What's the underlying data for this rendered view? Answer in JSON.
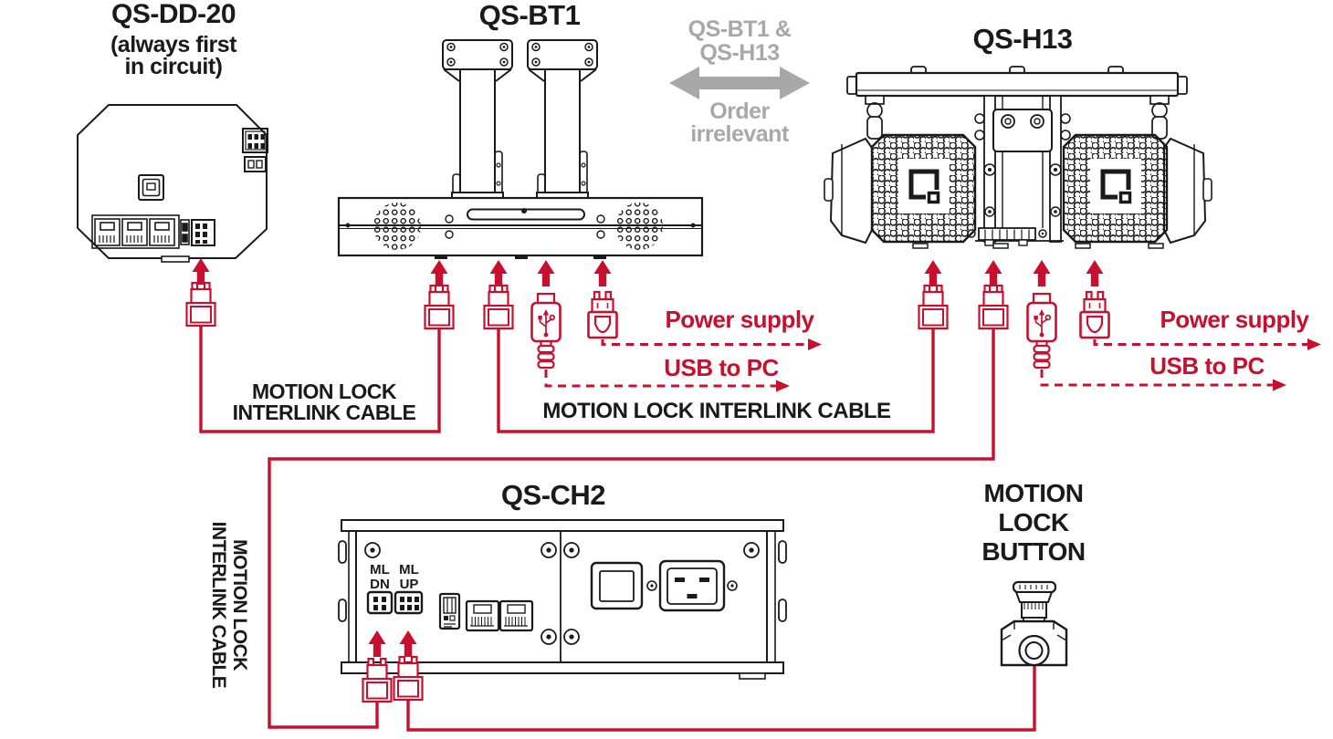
{
  "colors": {
    "cable_red": "#c8102e",
    "note_gray": "#a8a8a8",
    "line_black": "#1a1a1a"
  },
  "devices": {
    "qs_dd_20": {
      "title": "QS-DD-20",
      "subtitle1": "(always first",
      "subtitle2": "in circuit)"
    },
    "qs_bt1": {
      "title": "QS-BT1"
    },
    "qs_h13": {
      "title": "QS-H13"
    },
    "qs_ch2": {
      "title": "QS-CH2",
      "ml_dn": {
        "line1": "ML",
        "line2": "DN"
      },
      "ml_up": {
        "line1": "ML",
        "line2": "UP"
      }
    },
    "motion_lock_button": {
      "line1": "MOTION",
      "line2": "LOCK",
      "line3": "BUTTON"
    }
  },
  "order_note": {
    "line1": "QS-BT1 &",
    "line2": "QS-H13",
    "line3": "Order",
    "line4": "irrelevant"
  },
  "cable_labels": {
    "interlink_left": {
      "line1": "MOTION LOCK",
      "line2": "INTERLINK CABLE"
    },
    "interlink_center": "MOTION LOCK INTERLINK CABLE",
    "interlink_vertical": {
      "line1": "MOTION LOCK",
      "line2": "INTERLINK CABLE"
    },
    "power_supply_bt1": "Power supply",
    "usb_to_pc_bt1": "USB to PC",
    "power_supply_h13": "Power supply",
    "usb_to_pc_h13": "USB to PC"
  }
}
